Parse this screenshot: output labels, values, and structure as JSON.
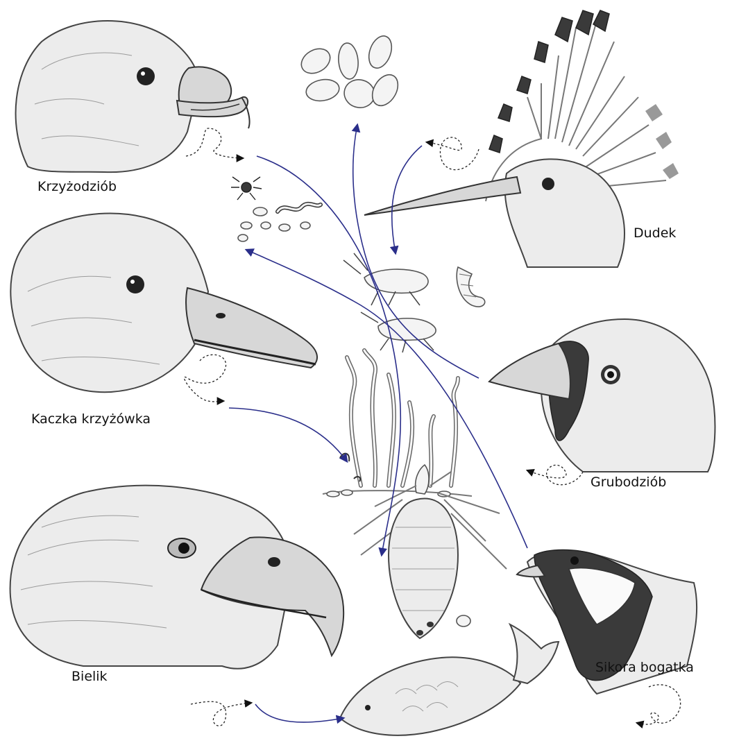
{
  "labels": {
    "krzyzodziob": "Krzyżodziób",
    "dudek": "Dudek",
    "kaczka": "Kaczka krzyżówka",
    "grubodziob": "Grubodziób",
    "bielik": "Bielik",
    "sikora": "Sikora bogatka"
  },
  "colors": {
    "arrow": "#2a2e8a",
    "pencil": "#444444",
    "background": "#ffffff"
  },
  "icons": [
    "seeds-icon",
    "insects-icon",
    "grasshoppers-icon",
    "water-plants-icon",
    "pine-cone-icon",
    "fish-icon"
  ]
}
